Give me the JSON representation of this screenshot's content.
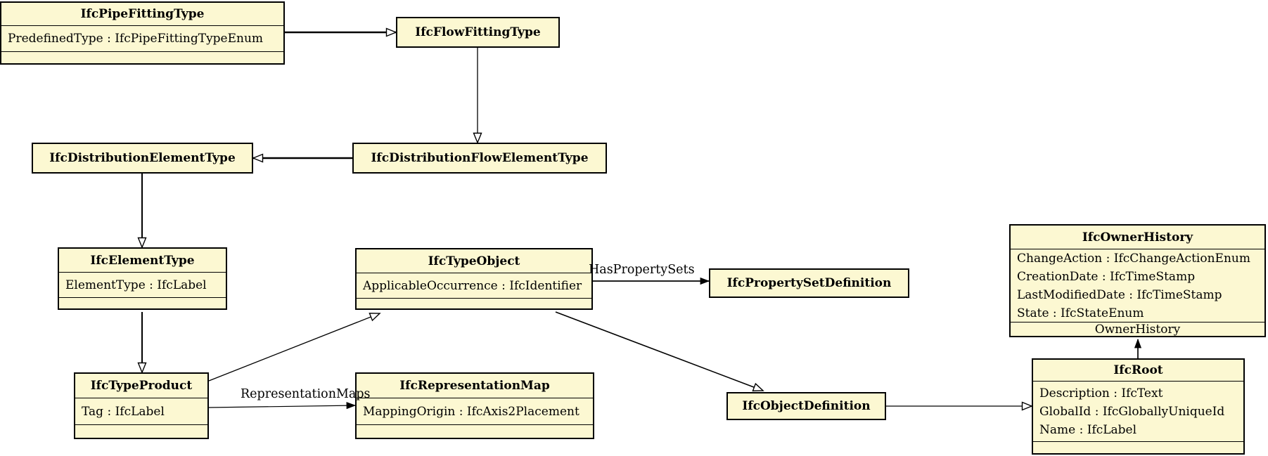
{
  "colors": {
    "box_fill": "#fcf8d2",
    "box_border": "#000000",
    "background": "#ffffff"
  },
  "classes": {
    "pipeFittingType": {
      "title": "IfcPipeFittingType",
      "attributes": [
        "PredefinedType : IfcPipeFittingTypeEnum"
      ]
    },
    "flowFittingType": {
      "title": "IfcFlowFittingType"
    },
    "distributionElementType": {
      "title": "IfcDistributionElementType"
    },
    "distributionFlowElementType": {
      "title": "IfcDistributionFlowElementType"
    },
    "elementType": {
      "title": "IfcElementType",
      "attributes": [
        "ElementType : IfcLabel"
      ]
    },
    "typeObject": {
      "title": "IfcTypeObject",
      "attributes": [
        "ApplicableOccurrence : IfcIdentifier"
      ]
    },
    "propertySetDefinition": {
      "title": "IfcPropertySetDefinition"
    },
    "ownerHistory": {
      "title": "IfcOwnerHistory",
      "attributes": [
        "ChangeAction : IfcChangeActionEnum",
        "CreationDate : IfcTimeStamp",
        "LastModifiedDate : IfcTimeStamp",
        "State : IfcStateEnum"
      ],
      "footer": "OwnerHistory"
    },
    "typeProduct": {
      "title": "IfcTypeProduct",
      "attributes": [
        "Tag : IfcLabel"
      ]
    },
    "representationMap": {
      "title": "IfcRepresentationMap",
      "attributes": [
        "MappingOrigin : IfcAxis2Placement"
      ]
    },
    "objectDefinition": {
      "title": "IfcObjectDefinition"
    },
    "root": {
      "title": "IfcRoot",
      "attributes": [
        "Description : IfcText",
        "GlobalId : IfcGloballyUniqueId",
        "Name : IfcLabel"
      ]
    }
  },
  "edge_labels": {
    "has_property_sets": "HasPropertySets",
    "representation_maps": "RepresentationMaps"
  }
}
